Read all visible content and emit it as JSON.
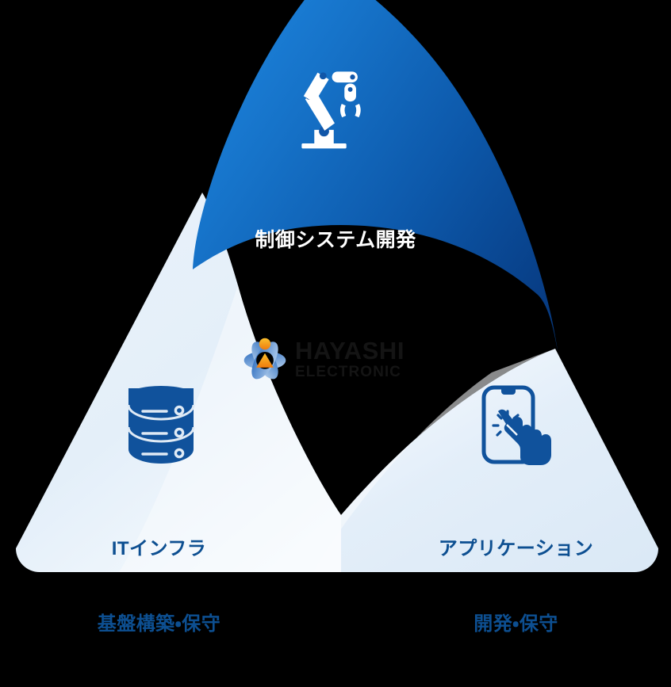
{
  "diagram": {
    "title": "制御システム開発",
    "type": "triangle-three-domain-diagram",
    "background_color": "#000000"
  },
  "segments": {
    "top": {
      "name": "control-system-development",
      "label_line1": "制御システム開発",
      "icon": "robot-arm-icon",
      "fill_from": "#1b7ad6",
      "fill_to": "#083e86",
      "text_color": "#ffffff"
    },
    "bottom_left": {
      "name": "it-infrastructure",
      "label_line1": "ITインフラ",
      "label_line2": "基盤構築・保守",
      "icon": "database-icon",
      "fill_from": "#f4f9fd",
      "fill_to": "#d6e5f4",
      "text_color": "#0d4f91",
      "icon_color": "#10529c"
    },
    "bottom_right": {
      "name": "application-development",
      "label_line1": "アプリケーション",
      "label_line2": "開発・保守",
      "icon": "smartphone-tap-icon",
      "fill_from": "#f4f9fd",
      "fill_to": "#d6e5f4",
      "text_color": "#0d4f91",
      "icon_color": "#10529c"
    }
  },
  "center_logo": {
    "name": "hayashi-electronic-logo",
    "mark": "atom-triangle-logo-mark",
    "company_name": "HAYASHI",
    "company_sub": "ELECTRONIC",
    "text_color": "#141414",
    "mark_colors": {
      "orbit": "#2f6fc0",
      "core": "#f5a623",
      "spark": "#f07a18"
    }
  }
}
